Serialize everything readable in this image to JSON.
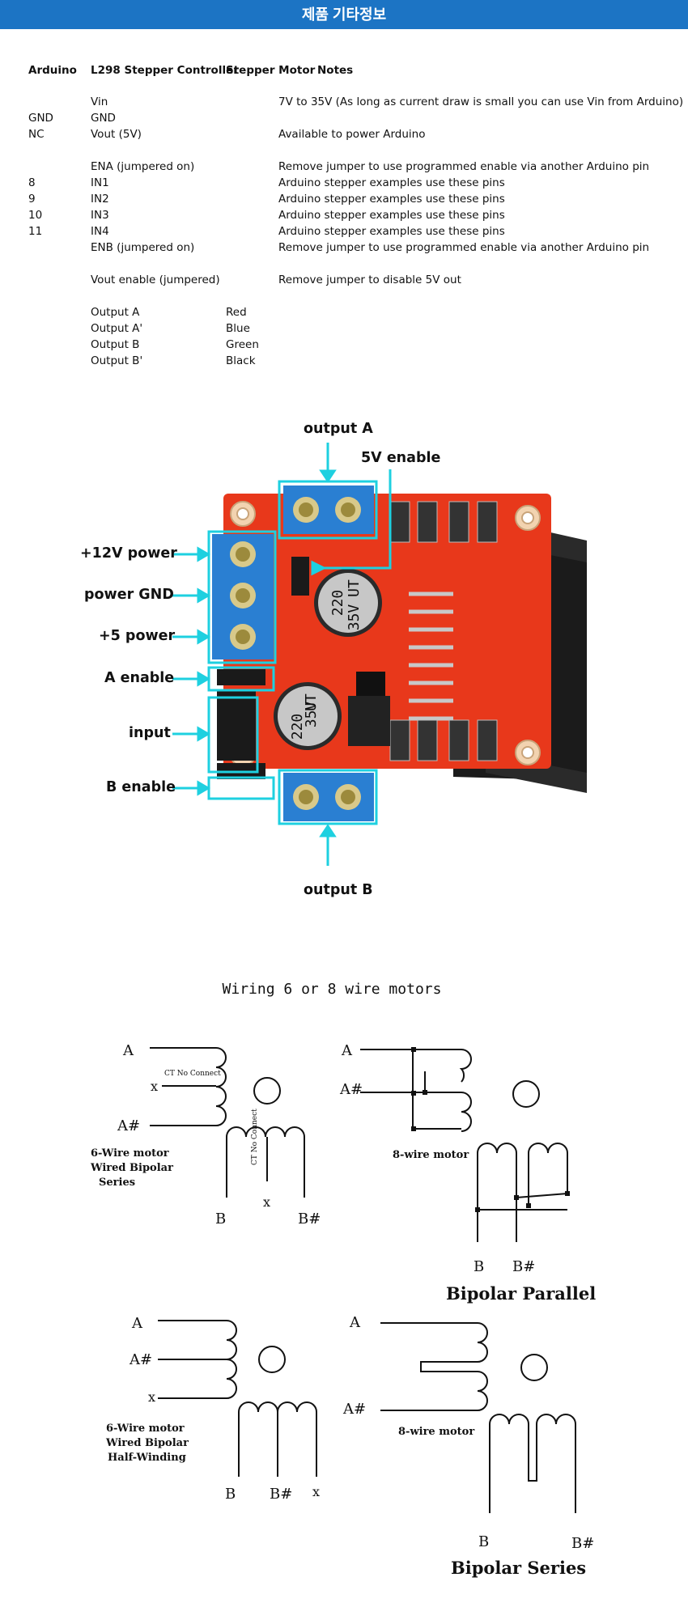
{
  "header": {
    "title": "제품 기타정보"
  },
  "table": {
    "columns": [
      "Arduino",
      "L298 Stepper Controller",
      "Stepper Motor",
      "Notes"
    ],
    "rows": [
      {
        "arduino": "",
        "controller": "Vin",
        "motor": "",
        "notes": "7V to 35V (As long as current draw is small you can use Vin from Arduino)"
      },
      {
        "arduino": "GND",
        "controller": "GND",
        "motor": "",
        "notes": ""
      },
      {
        "arduino": "NC",
        "controller": "Vout (5V)",
        "motor": "",
        "notes": "Available to power Arduino"
      },
      {
        "arduino": "",
        "controller": "ENA (jumpered on)",
        "motor": "",
        "notes": "Remove jumper to use programmed enable via another Arduino pin"
      },
      {
        "arduino": "8",
        "controller": "IN1",
        "motor": "",
        "notes": "Arduino stepper examples use these pins"
      },
      {
        "arduino": "9",
        "controller": "IN2",
        "motor": "",
        "notes": "Arduino stepper examples use these pins"
      },
      {
        "arduino": "10",
        "controller": "IN3",
        "motor": "",
        "notes": "Arduino stepper examples use these pins"
      },
      {
        "arduino": "11",
        "controller": "IN4",
        "motor": "",
        "notes": "Arduino stepper examples use these pins"
      },
      {
        "arduino": "",
        "controller": "ENB (jumpered on)",
        "motor": "",
        "notes": "Remove jumper to use programmed enable via another Arduino pin"
      },
      {
        "arduino": "",
        "controller": "Vout enable (jumpered)",
        "motor": "",
        "notes": "Remove jumper to disable 5V out"
      },
      {
        "arduino": "",
        "controller": "Output A",
        "motor": "Red",
        "notes": ""
      },
      {
        "arduino": "",
        "controller": "Output A'",
        "motor": "Blue",
        "notes": ""
      },
      {
        "arduino": "",
        "controller": "Output B",
        "motor": "Green",
        "notes": ""
      },
      {
        "arduino": "",
        "controller": "Output B'",
        "motor": "Black",
        "notes": ""
      }
    ]
  },
  "board": {
    "labels": {
      "output_a": "output A",
      "enable_5v": "5V enable",
      "power_12v": "+12V power",
      "power_gnd": "power GND",
      "power_5v": "+5 power",
      "a_enable": "A enable",
      "input": "input",
      "b_enable": "B enable",
      "output_b": "output B"
    },
    "capacitor_text": [
      "220",
      "35V",
      "UT"
    ],
    "colors": {
      "pcb": "#e8381b",
      "terminal": "#2a7fd2",
      "callout": "#1ed0e0"
    }
  },
  "wiring": {
    "title": "Wiring 6 or 8 wire motors",
    "d1": {
      "a": "A",
      "x": "x",
      "a_sharp": "A#",
      "ct_top": "CT No Connect",
      "ct_side": "CT No Connect",
      "caption": [
        "6-Wire motor",
        "Wired Bipolar",
        "Series"
      ],
      "b": "B",
      "x2": "x",
      "b_sharp": "B#"
    },
    "d2": {
      "a": "A",
      "a_sharp": "A#",
      "caption": "8-wire motor",
      "b": "B",
      "b_sharp": "B#",
      "title": "Bipolar Parallel"
    },
    "d3": {
      "a": "A",
      "a_sharp": "A#",
      "x": "x",
      "caption": [
        "6-Wire motor",
        "Wired Bipolar",
        "Half-Winding"
      ],
      "b": "B",
      "b_sharp": "B#",
      "x2": "x"
    },
    "d4": {
      "a": "A",
      "a_sharp": "A#",
      "caption": "8-wire motor",
      "b": "B",
      "b_sharp": "B#",
      "title": "Bipolar Series"
    }
  }
}
